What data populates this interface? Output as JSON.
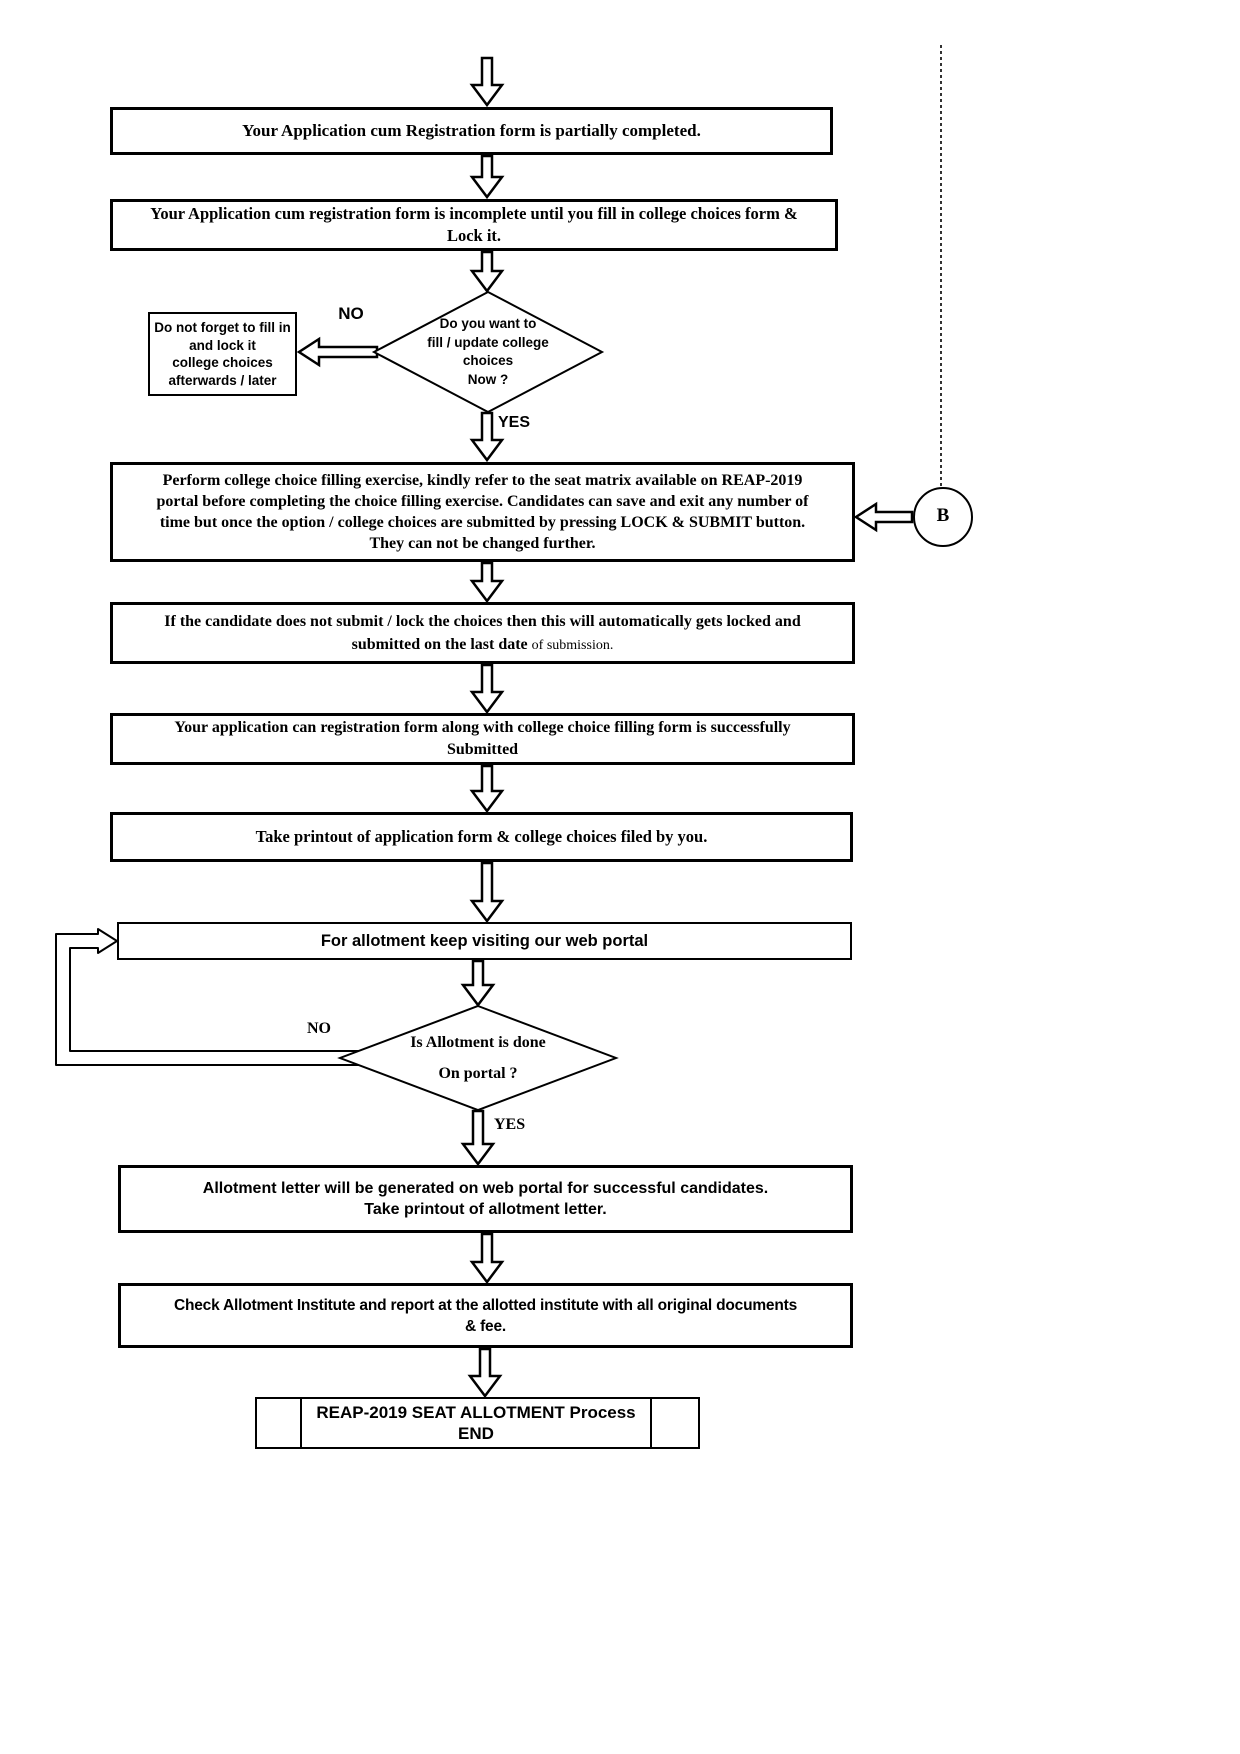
{
  "colors": {
    "ink": "#000000",
    "paper": "#ffffff"
  },
  "nodes": {
    "partial": {
      "lines": [
        "Your Application cum Registration form is partially completed."
      ]
    },
    "incomplete": {
      "lines": [
        "Your Application cum registration form is incomplete until you fill in college choices form &",
        "Lock it."
      ]
    },
    "decision_choices": {
      "lines": [
        "Do you want to",
        "fill / update college",
        "choices",
        "Now ?"
      ]
    },
    "reminder": {
      "lines": [
        "Do not forget to fill in",
        "and lock it",
        "college choices",
        "afterwards / later"
      ]
    },
    "perform": {
      "lines": [
        "Perform college choice filling exercise, kindly refer to the seat matrix available on REAP-2019",
        "portal before completing the choice filling exercise. Candidates can save and exit any number of",
        "time but once the option / college choices are submitted by pressing LOCK & SUBMIT button.",
        "They can not be changed further."
      ]
    },
    "autolock": {
      "line1": "If the candidate does not submit / lock the choices then this will automatically gets locked and",
      "line2_main": "submitted on the last date",
      "line2_small": "of submission."
    },
    "submitted": {
      "lines": [
        "Your application can registration form along with college choice filling form is successfully",
        "Submitted"
      ]
    },
    "printout": {
      "lines": [
        "Take printout of application form & college choices filed by you."
      ]
    },
    "keep_visiting": {
      "lines": [
        "For allotment keep visiting our web portal"
      ]
    },
    "decision_allotment": {
      "lines": [
        "Is Allotment is done",
        "On portal ?"
      ]
    },
    "allotment_letter": {
      "lines": [
        "Allotment letter will be generated on web portal for successful candidates.",
        "Take printout of allotment letter."
      ]
    },
    "report_institute": {
      "lines": [
        "Check Allotment Institute and report at the allotted institute with all original documents",
        "& fee."
      ]
    },
    "end": {
      "lines": [
        "REAP-2019 SEAT ALLOTMENT Process",
        "END"
      ]
    }
  },
  "labels": {
    "no_choices": "NO",
    "yes_choices": "YES",
    "no_allotment": "NO",
    "yes_allotment": "YES",
    "connector_b": "B"
  }
}
